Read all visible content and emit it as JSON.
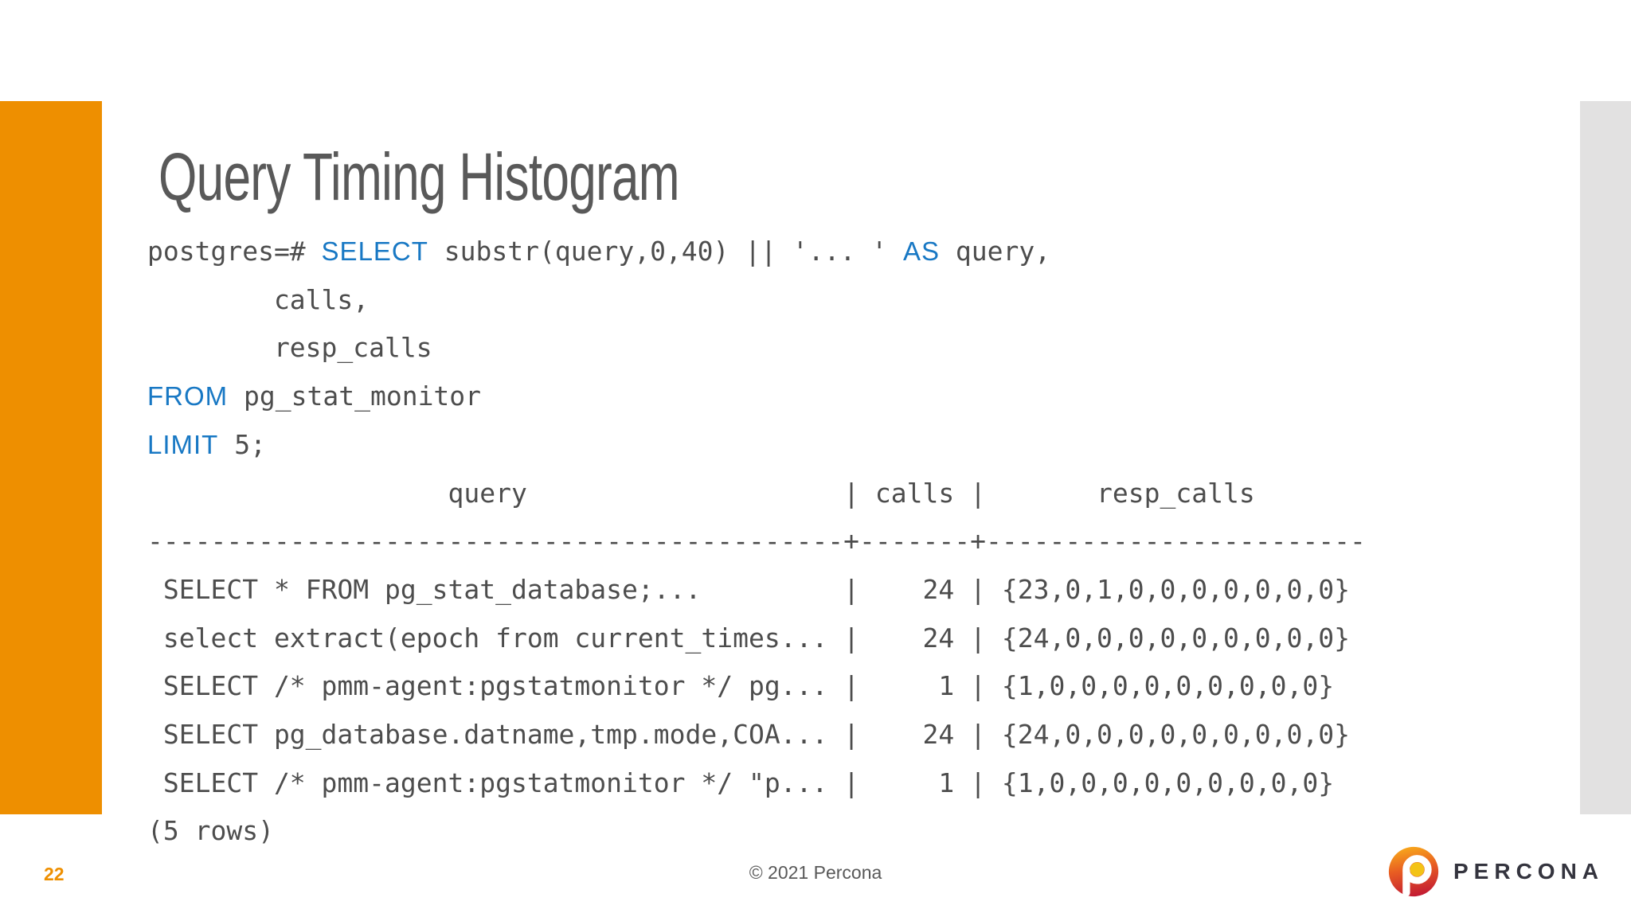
{
  "slide": {
    "title": "Query Timing Histogram",
    "footer": {
      "page_number": "22",
      "copyright": "© 2021 Percona"
    },
    "logo": {
      "text": "PERCONA"
    }
  },
  "colors": {
    "accent_orange": "#EE8F00",
    "right_bar_gray": "#E2E1E1",
    "keyword_blue": "#1878C4",
    "code_gray": "#4D4D4D",
    "title_gray": "#595959",
    "logo_red": "#C21A33",
    "logo_orange": "#F8A81B",
    "logo_gold": "#F3C317"
  },
  "code": {
    "lines": [
      {
        "segments": [
          {
            "t": "postgres=# "
          },
          {
            "t": "SELECT",
            "kw": true
          },
          {
            "t": " substr(query,0,40) || '... ' "
          },
          {
            "t": "AS",
            "kw": true
          },
          {
            "t": " query,"
          }
        ]
      },
      {
        "segments": [
          {
            "t": "        calls,"
          }
        ]
      },
      {
        "segments": [
          {
            "t": "        resp_calls"
          }
        ]
      },
      {
        "segments": [
          {
            "t": "FROM",
            "kw": true
          },
          {
            "t": " pg_stat_monitor"
          }
        ]
      },
      {
        "segments": [
          {
            "t": "LIMIT",
            "kw": true
          },
          {
            "t": " 5;"
          }
        ]
      }
    ]
  },
  "result_table": {
    "columns": [
      "query",
      "calls",
      "resp_calls"
    ],
    "rows": [
      {
        "query": "SELECT * FROM pg_stat_database;...",
        "calls": "24",
        "resp_calls": "{23,0,1,0,0,0,0,0,0,0}"
      },
      {
        "query": "select extract(epoch from current_times...",
        "calls": "24",
        "resp_calls": "{24,0,0,0,0,0,0,0,0,0}"
      },
      {
        "query": "SELECT /* pmm-agent:pgstatmonitor */ pg...",
        "calls": "1",
        "resp_calls": "{1,0,0,0,0,0,0,0,0,0}"
      },
      {
        "query": "SELECT pg_database.datname,tmp.mode,COA...",
        "calls": "24",
        "resp_calls": "{24,0,0,0,0,0,0,0,0,0}"
      },
      {
        "query": "SELECT /* pmm-agent:pgstatmonitor */ \"p...",
        "calls": "1",
        "resp_calls": "{1,0,0,0,0,0,0,0,0,0}"
      }
    ],
    "row_count_label": "(5 rows)"
  }
}
